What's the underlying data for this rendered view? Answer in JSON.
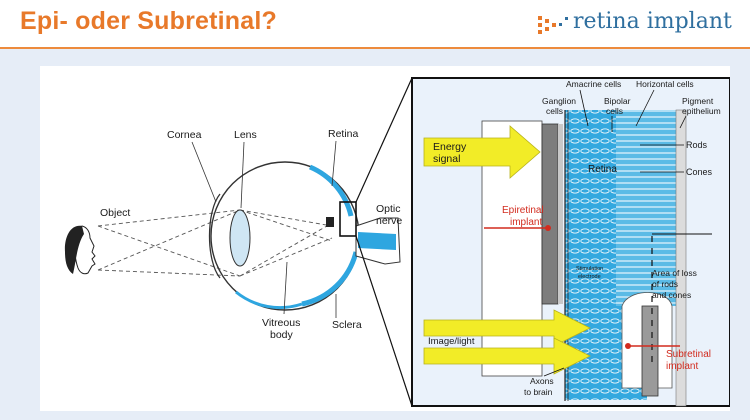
{
  "header": {
    "title": "Epi- oder Subretinal?",
    "logo_text": "retina implant",
    "logo_icon": "dotted-arrow-logo-icon"
  },
  "colors": {
    "title": "#e8792a",
    "header_rule": "#ed8b3d",
    "background_panel": "#e6edf7",
    "logo": "#2f6f9f",
    "retina_blue": "#2ea6e0",
    "energy_arrow": "#f2ec27",
    "implant_red": "#d22b1e"
  },
  "eye_diagram": {
    "object": "Object",
    "cornea": "Cornea",
    "lens": "Lens",
    "retina": "Retina",
    "optic_nerve": [
      "Optic",
      "nerve"
    ],
    "vitreous_body": [
      "Vitreous",
      "body"
    ],
    "sclera": "Sclera"
  },
  "retina_detail": {
    "amacrine_cells": "Amacrine cells",
    "horizontal_cells": "Horizontal cells",
    "ganglion_cells": [
      "Ganglion",
      "cells"
    ],
    "bipolar_cells": [
      "Bipolar",
      "cells"
    ],
    "pigment_epithelium": [
      "Pigment",
      "epithelium"
    ],
    "energy_signal": [
      "Energy",
      "signal"
    ],
    "retina": "Retina",
    "rods": "Rods",
    "cones": "Cones",
    "epiretinal_implant": [
      "Epiretinal",
      "implant"
    ],
    "stimulation_electrode": [
      "Stimulation",
      "electrode"
    ],
    "area_of_loss": [
      "Area of loss",
      "of rods",
      "and cones"
    ],
    "image_light": "Image/light",
    "subretinal_implant": [
      "Subretinal",
      "implant"
    ],
    "axons_to_brain": [
      "Axons",
      "to brain"
    ]
  }
}
